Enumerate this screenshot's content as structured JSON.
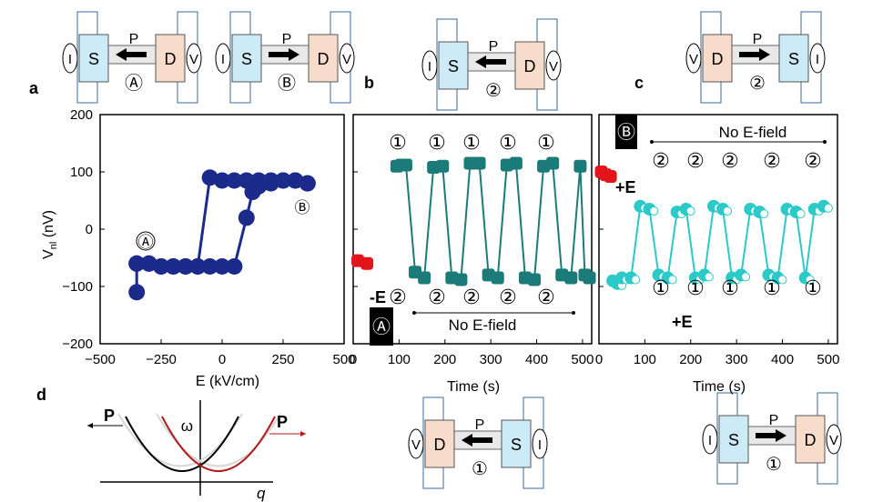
{
  "panel_labels": {
    "a": "a",
    "b": "b",
    "c": "c",
    "d": "d"
  },
  "devices": [
    {
      "left": "S",
      "right": "D",
      "p": "P",
      "dir": "left",
      "state": "Ⓐ",
      "lcap": "I",
      "rcap": "V",
      "lfill": "#cdeaf7",
      "rfill": "#f8dccb"
    },
    {
      "left": "S",
      "right": "D",
      "p": "P",
      "dir": "right",
      "state": "Ⓑ",
      "lcap": "I",
      "rcap": "V",
      "lfill": "#cdeaf7",
      "rfill": "#f8dccb"
    },
    {
      "left": "S",
      "right": "D",
      "p": "P",
      "dir": "left",
      "state": "②",
      "lcap": "I",
      "rcap": "V",
      "lfill": "#cdeaf7",
      "rfill": "#f8dccb"
    },
    {
      "left": "D",
      "right": "S",
      "p": "P",
      "dir": "right",
      "state": "②",
      "lcap": "V",
      "rcap": "I",
      "lfill": "#f8dccb",
      "rfill": "#cdeaf7"
    },
    {
      "left": "D",
      "right": "S",
      "p": "P",
      "dir": "left",
      "state": "①",
      "lcap": "V",
      "rcap": "I",
      "lfill": "#f8dccb",
      "rfill": "#cdeaf7"
    },
    {
      "left": "S",
      "right": "D",
      "p": "P",
      "dir": "right",
      "state": "①",
      "lcap": "I",
      "rcap": "V",
      "lfill": "#cdeaf7",
      "rfill": "#f8dccb"
    }
  ],
  "panel_a": {
    "ylabel": "V",
    "ylabel_sub": "nl",
    "ylabel_unit": " (nV)",
    "xlabel": "E (kV/cm)",
    "xticks": [
      "−500",
      "−250",
      "0",
      "250",
      "500"
    ],
    "yticks": [
      "−200",
      "−100",
      "0",
      "100",
      "200"
    ],
    "annot_A": "Ⓐ",
    "annot_B": "Ⓑ",
    "color": "#1c2a8c"
  },
  "panel_b": {
    "xlabel": "Time (s)",
    "xticks": [
      "0",
      "100",
      "200",
      "300",
      "400",
      "500"
    ],
    "top_labels": [
      "①",
      "①",
      "①",
      "①",
      "①"
    ],
    "bottom_labels": [
      "②",
      "②",
      "②",
      "②",
      "②"
    ],
    "field_label": "-E",
    "state_label": "Ⓐ",
    "noe_label": "No E-field",
    "color": "#1b7b78",
    "pulse_color": "#e4141b"
  },
  "panel_c": {
    "xlabel": "Time (s)",
    "xticks": [
      "0",
      "100",
      "200",
      "300",
      "400",
      "500"
    ],
    "top_labels": [
      "②",
      "②",
      "②",
      "②",
      "②"
    ],
    "bottom_labels": [
      "①",
      "①",
      "①",
      "①",
      "①"
    ],
    "field_label_top": "+E",
    "field_label_bottom": "+E",
    "state_label": "Ⓑ",
    "noe_label": "No E-field",
    "color": "#2cc9c9",
    "pulse_color": "#e4141b"
  },
  "panel_d": {
    "left_p": "P",
    "right_p": "P",
    "omega": "ω",
    "q": "q",
    "left_color": "#000000",
    "right_color": "#b31b1b"
  },
  "chart_data": [
    {
      "type": "line",
      "panel": "a",
      "xlabel": "E (kV/cm)",
      "ylabel": "Vnl (nV)",
      "xlim": [
        -500,
        500
      ],
      "ylim": [
        -200,
        200
      ],
      "series": [
        {
          "x": [
            -350,
            -350,
            -300,
            -250,
            -200,
            -150,
            -100,
            -50,
            0,
            50,
            100,
            125,
            150,
            200,
            250,
            300,
            350,
            350,
            300,
            250,
            200,
            150,
            100,
            50,
            0,
            -50,
            -100,
            -150,
            -200,
            -250,
            -300,
            -350
          ],
          "y": [
            -110,
            -60,
            -60,
            -65,
            -65,
            -65,
            -65,
            -65,
            -65,
            -65,
            20,
            65,
            75,
            80,
            85,
            85,
            80,
            80,
            85,
            85,
            85,
            85,
            85,
            85,
            85,
            90,
            -65,
            -65,
            -65,
            -65,
            -60,
            -60
          ]
        }
      ]
    },
    {
      "type": "line",
      "panel": "b",
      "xlabel": "Time (s)",
      "xlim": [
        0,
        520
      ],
      "series": [
        {
          "x": [
            10,
            30
          ],
          "y": [
            -55,
            -60
          ]
        },
        {
          "x": [
            95,
            105,
            115,
            135,
            155,
            175,
            195,
            215,
            235,
            255,
            275,
            295,
            315,
            335,
            355,
            375,
            395,
            415,
            435,
            455,
            475,
            495,
            505,
            515
          ],
          "y": [
            110,
            112,
            112,
            -75,
            -85,
            108,
            110,
            -85,
            -88,
            115,
            115,
            -80,
            -85,
            112,
            115,
            -85,
            -88,
            110,
            115,
            -80,
            -85,
            110,
            -80,
            -85
          ]
        }
      ]
    },
    {
      "type": "line",
      "panel": "c",
      "xlabel": "Time (s)",
      "xlim": [
        0,
        520
      ],
      "series": [
        {
          "x": [
            5,
            15,
            25
          ],
          "y": [
            100,
            95,
            92
          ]
        },
        {
          "x": [
            30,
            40,
            50,
            70,
            90,
            110,
            130,
            150,
            170,
            190,
            210,
            230,
            250,
            270,
            290,
            310,
            330,
            350,
            370,
            390,
            410,
            430,
            450,
            470,
            490
          ],
          "y": [
            -90,
            -95,
            -85,
            -85,
            40,
            35,
            -80,
            -85,
            30,
            35,
            -85,
            -80,
            40,
            35,
            -85,
            -80,
            35,
            30,
            -80,
            -85,
            35,
            30,
            -85,
            35,
            40
          ]
        }
      ]
    }
  ]
}
